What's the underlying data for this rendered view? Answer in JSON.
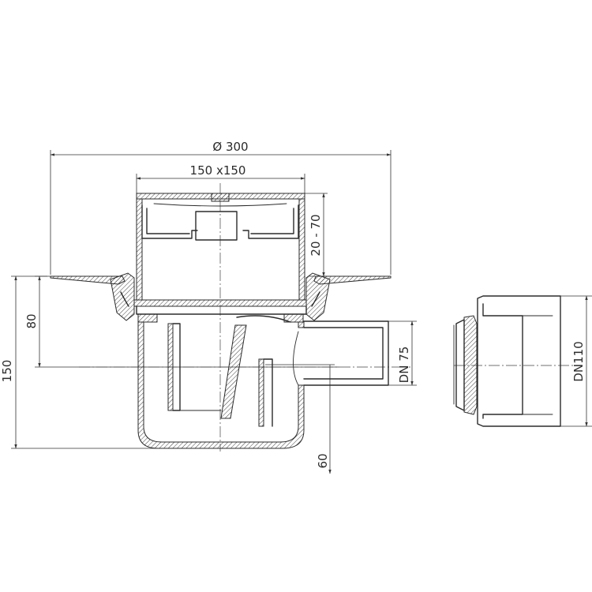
{
  "dimensions": {
    "flange_diameter": "Ø 300",
    "grate_size": "150 x150",
    "adjust_range": "20 - 70",
    "height_outlet": "80",
    "total_height": "150",
    "outlet_dn": "DN 75",
    "water_seal": "60",
    "adapter_dn": "DN110"
  }
}
